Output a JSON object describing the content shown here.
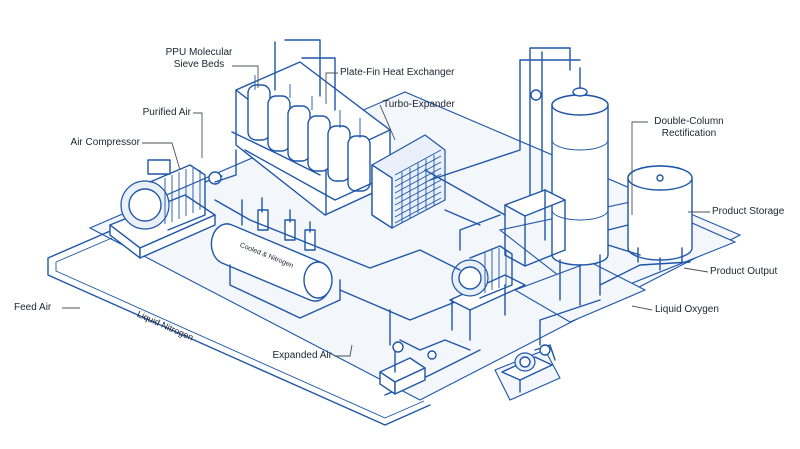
{
  "labels": {
    "ppu_beds": [
      "PPU Molecular",
      "Sieve Beds"
    ],
    "heat_exchanger": "Plate-Fin Heat Exchanger",
    "purified_air": "Purified Air",
    "turbo_expander": "Turbo-Expander",
    "air_compressor": "Air Compressor",
    "double_column": [
      "Double-Column",
      "Rectification"
    ],
    "product_storage": "Product Storage",
    "product_output": "Product Output",
    "feed_air": "Feed Air",
    "liquid_nitrogen_pipe": "Liquid Nitrogen",
    "liquid_oxygen": "Liquid Oxygen",
    "expanded_air": "Expanded Air",
    "cooled_vessel": "Cooled & Nitrogen"
  },
  "colors": {
    "line": "#1e56a8",
    "text": "#1b2430",
    "leader": "#4a4f57",
    "background": "#ffffff"
  }
}
